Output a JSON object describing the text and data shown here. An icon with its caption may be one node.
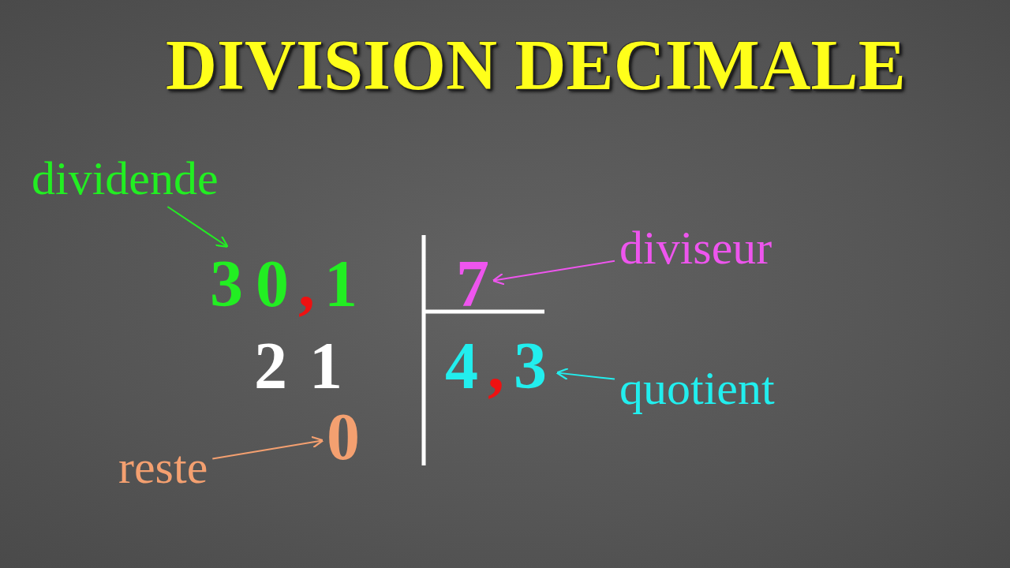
{
  "diagram": {
    "title": "DIVISION DECIMALE",
    "nodes": [
      {
        "text": [
          "dividende"
        ]
      },
      {
        "text": [
          "30,1"
        ]
      },
      {
        "text": [
          "diviseur"
        ]
      },
      {
        "text": [
          "7"
        ]
      },
      {
        "text": [
          "quotient"
        ]
      },
      {
        "text": [
          "4,3"
        ]
      },
      {
        "text": [
          "reste"
        ]
      },
      {
        "text": [
          "0"
        ]
      }
    ],
    "edges": [
      {
        "from": 0,
        "to": 1,
        "arrow": "to",
        "color": "#22ee22"
      },
      {
        "from": 2,
        "to": 3,
        "arrow": "to",
        "color": "#ee55ee"
      },
      {
        "from": 4,
        "to": 5,
        "arrow": "to",
        "color": "#22eeee"
      },
      {
        "from": 6,
        "to": 7,
        "arrow": "to",
        "color": "#f4a070"
      }
    ],
    "labels": [
      "21"
    ]
  }
}
